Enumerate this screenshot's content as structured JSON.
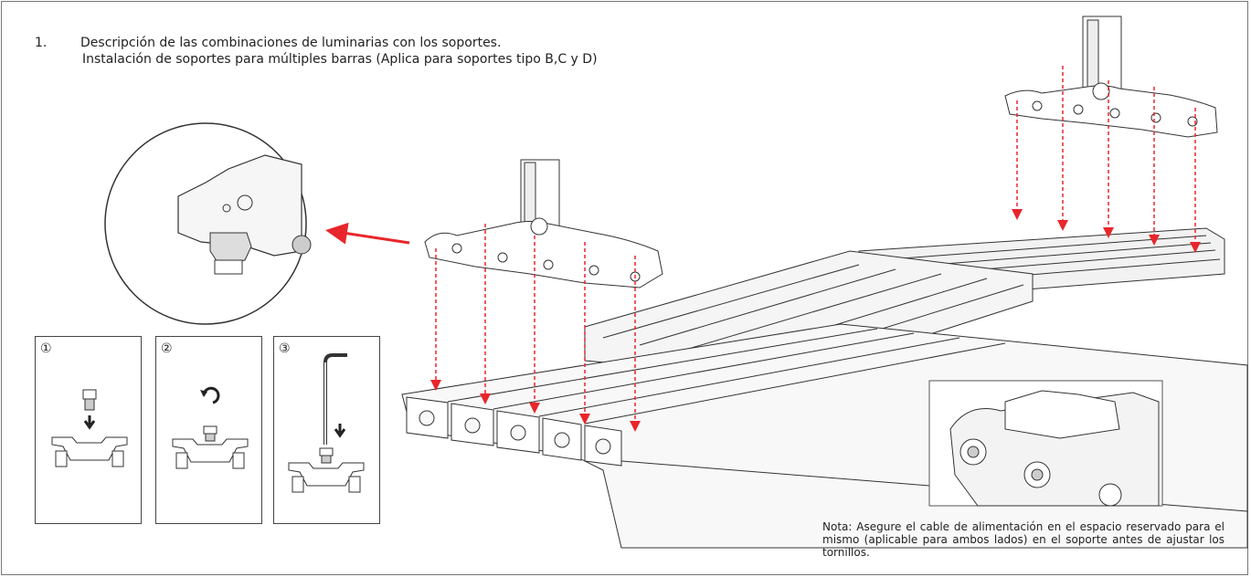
{
  "header": {
    "number": "1.",
    "line1": "Descripción de las combinaciones de luminarias con los soportes.",
    "line2": "Instalación de soportes para múltiples barras (Aplica para soportes tipo B,C y D)"
  },
  "steps": [
    {
      "label": "①"
    },
    {
      "label": "②"
    },
    {
      "label": "③"
    }
  ],
  "note": "Nota: Asegure el cable de alimentación en el espacio reservado para el mismo (aplicable para ambos lados) en el soporte antes de ajustar los tornillos.",
  "colors": {
    "arrow": "#e8262b",
    "line": "#333333"
  }
}
